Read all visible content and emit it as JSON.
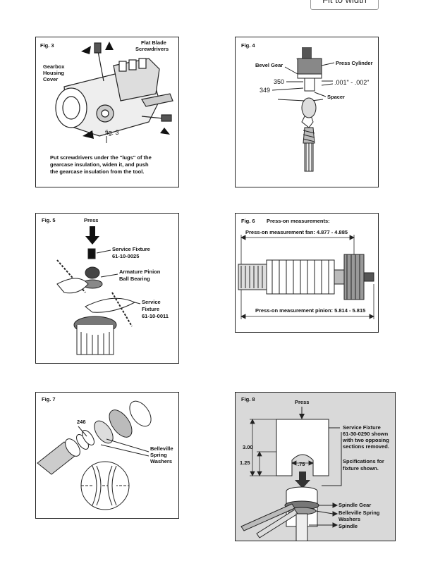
{
  "toolbar": {
    "fit_label": "Fit to width"
  },
  "fig3": {
    "title": "Fig. 3",
    "label_flat_blade_1": "Flat Blade",
    "label_flat_blade_2": "Screwdrivers",
    "label_gearbox_1": "Gearbox",
    "label_gearbox_2": "Housing",
    "label_gearbox_3": "Cover",
    "inline_label": "fig. 3",
    "caption_1": "Put screwdrivers under the \"lugs\" of the",
    "caption_2": "gearcase insulation, widen it, and push",
    "caption_3": "the gearcase insulation from the tool."
  },
  "fig4": {
    "title": "Fig. 4",
    "label_bevel_gear": "Bevel Gear",
    "label_press_cylinder": "Press Cylinder",
    "num_350": "350",
    "num_349": "349",
    "tolerance": ".001\" - .002\"",
    "label_spacer": "Spacer"
  },
  "fig5": {
    "title": "Fig. 5",
    "label_press": "Press",
    "fixture1_1": "Service Fixture",
    "fixture1_2": "61-10-0025",
    "armature_1": "Armature Pinion",
    "armature_2": "Ball Bearing",
    "fixture2_1": "Service",
    "fixture2_2": "Fixture",
    "fixture2_3": "61-10-0011"
  },
  "fig6": {
    "title": "Fig. 6",
    "heading": "Press-on measurements:",
    "fan_measure": "Press-on measurement fan: 4.877 - 4.885",
    "pinion_measure": "Press-on measurement pinion: 5.814 - 5.815"
  },
  "fig7": {
    "title": "Fig. 7",
    "num_246": "246",
    "belleville_1": "Belleville",
    "belleville_2": "Spring",
    "belleville_3": "Washers"
  },
  "fig8": {
    "title": "Fig. 8",
    "label_press": "Press",
    "fixture_1": "Service Fixture",
    "fixture_2": "61-30-0290 shown",
    "fixture_3": "with two opposing",
    "fixture_4": "sections removed.",
    "spec_1": "Spcifications for",
    "spec_2": "fixture shown.",
    "dim_300": "3.00",
    "dim_125": "1.25",
    "dim_75": ".75",
    "spindle_gear": "Spindle Gear",
    "belleville_1": "Belleville Spring",
    "belleville_2": "Washers",
    "spindle": "Spindle"
  }
}
